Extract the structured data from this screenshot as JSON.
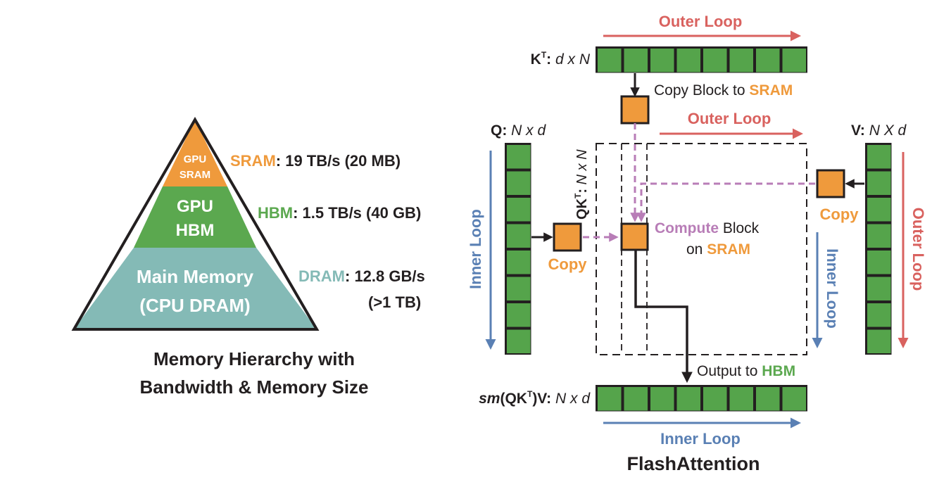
{
  "colors": {
    "orange": "#EF9A3C",
    "green": "#5BA84F",
    "teal": "#84BAB6",
    "cell_green": "#55A44B",
    "red": "#D9625F",
    "blue": "#5A80B4",
    "purple": "#B87DB7",
    "black": "#231F20",
    "white": "#FFFFFF"
  },
  "pyramid": {
    "top_label": [
      "GPU",
      "SRAM"
    ],
    "mid_label": [
      "GPU",
      "HBM"
    ],
    "base_label": [
      "Main Memory",
      "(CPU DRAM)"
    ],
    "sram_spec": {
      "name": "SRAM",
      "rest": ": 19 TB/s (20 MB)"
    },
    "hbm_spec": {
      "name": "HBM",
      "rest": ": 1.5 TB/s (40 GB)"
    },
    "dram_spec": {
      "name": "DRAM",
      "rest": ": 12.8 GB/s",
      "line2": "(>1 TB)"
    },
    "caption": [
      "Memory Hierarchy with",
      "Bandwidth & Memory Size"
    ]
  },
  "flash": {
    "title": "FlashAttention",
    "kt": {
      "name": "K",
      "sup": "T",
      "dims": "d x N"
    },
    "q": {
      "name": "Q",
      "dims": "N x d"
    },
    "v": {
      "name": "V",
      "dims": "N X d"
    },
    "qkt": {
      "name": "QK",
      "sup": "T",
      "dims": "N x N"
    },
    "out": {
      "prefix": "sm",
      "name": "(QK",
      "sup": "T",
      "name2": ")V",
      "dims": "N x d"
    },
    "outer_loop": "Outer Loop",
    "inner_loop": "Inner Loop",
    "copy_block": {
      "text": "Copy Block to ",
      "highlight": "SRAM"
    },
    "copy": "Copy",
    "compute": {
      "highlight": "Compute",
      "text": " Block",
      "line2_text": "on ",
      "line2_highlight": "SRAM"
    },
    "output": {
      "text": "Output to ",
      "highlight": "HBM"
    }
  }
}
